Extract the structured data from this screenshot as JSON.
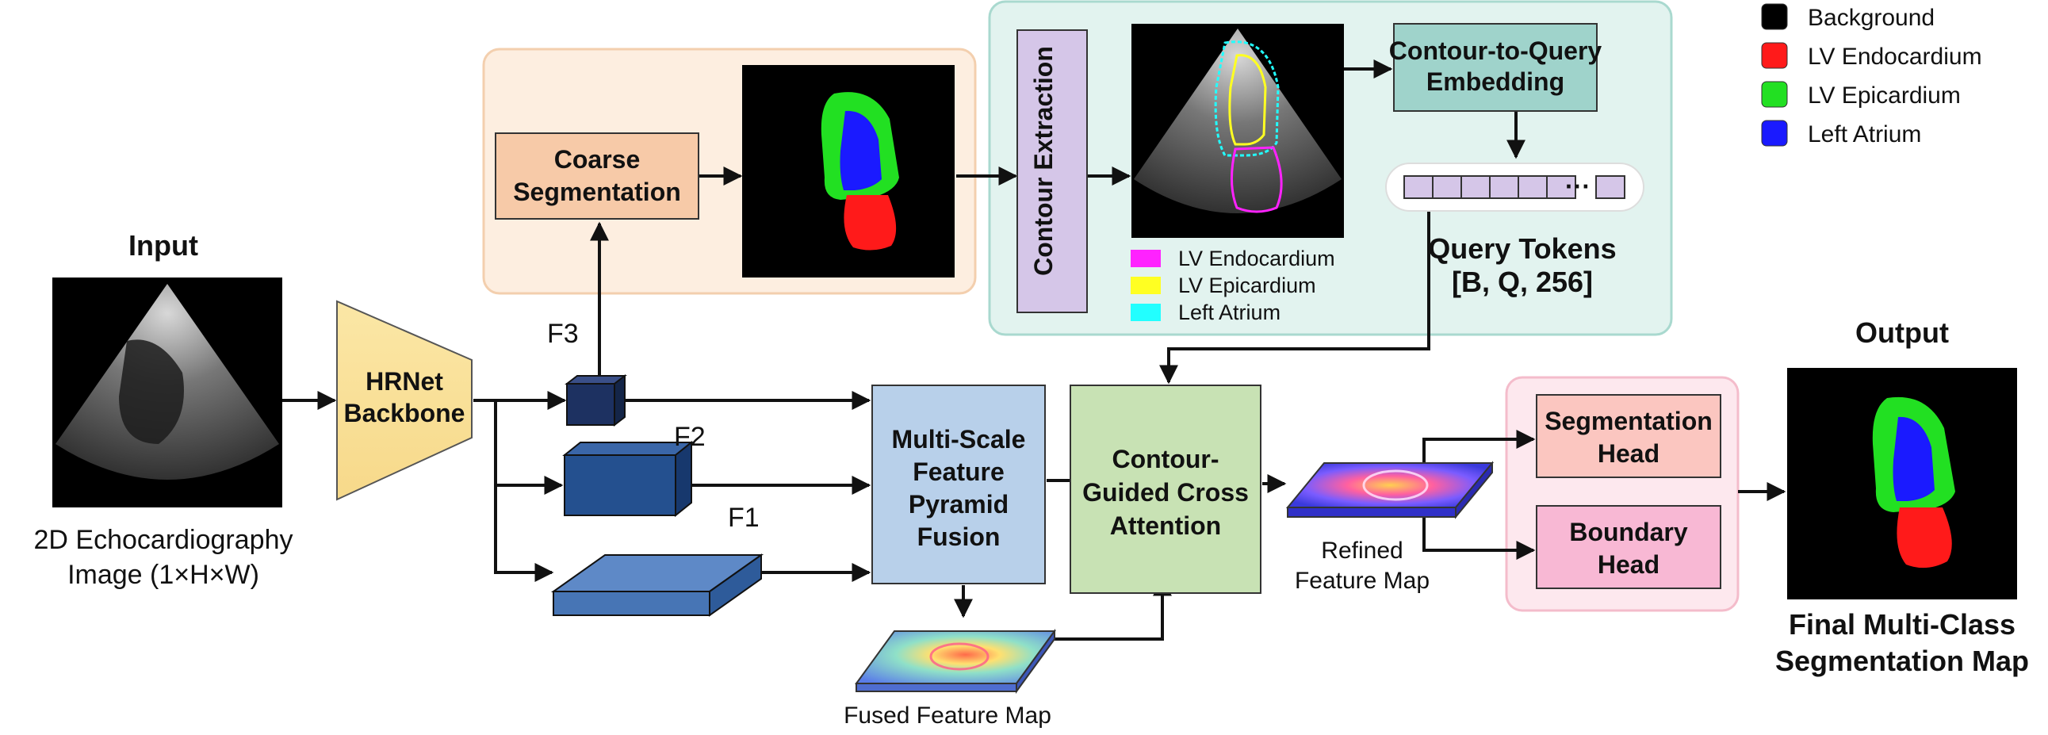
{
  "legend": [
    {
      "label": "Background",
      "color": "#000000"
    },
    {
      "label": "LV Endocardium",
      "color": "#ff1a1a"
    },
    {
      "label": "LV Epicardium",
      "color": "#22e022"
    },
    {
      "label": "Left Atrium",
      "color": "#1a1aff"
    }
  ],
  "contour_legend": [
    {
      "label": "LV Endocardium",
      "color": "#ff22ff"
    },
    {
      "label": "LV Epicardium",
      "color": "#ffff22"
    },
    {
      "label": "Left Atrium",
      "color": "#22ffff"
    }
  ],
  "input": {
    "title": "Input",
    "caption_line1": "2D Echocardiography",
    "caption_line2": "Image (1×H×W)"
  },
  "backbone": {
    "line1": "HRNet",
    "line2": "Backbone"
  },
  "features": {
    "f1": "F1",
    "f2": "F2",
    "f3": "F3"
  },
  "coarse": {
    "line1": "Coarse",
    "line2": "Segmentation"
  },
  "contour_extraction": "Contour Extraction",
  "ctq": {
    "line1": "Contour-to-Query",
    "line2": "Embedding"
  },
  "query_tokens": {
    "line1": "Query Tokens",
    "line2": "[B, Q, 256]",
    "ellipsis": "···"
  },
  "fusion": {
    "line1": "Multi-Scale",
    "line2": "Feature",
    "line3": "Pyramid",
    "line4": "Fusion"
  },
  "fused_map": "Fused Feature Map",
  "cgca": {
    "line1": "Contour-",
    "line2": "Guided Cross",
    "line3": "Attention"
  },
  "refined": {
    "line1": "Refined",
    "line2": "Feature Map"
  },
  "seg_head": {
    "line1": "Segmentation",
    "line2": "Head"
  },
  "boundary_head": {
    "line1": "Boundary",
    "line2": "Head"
  },
  "output": {
    "title": "Output",
    "caption_line1": "Final Multi-Class",
    "caption_line2": "Segmentation Map"
  }
}
